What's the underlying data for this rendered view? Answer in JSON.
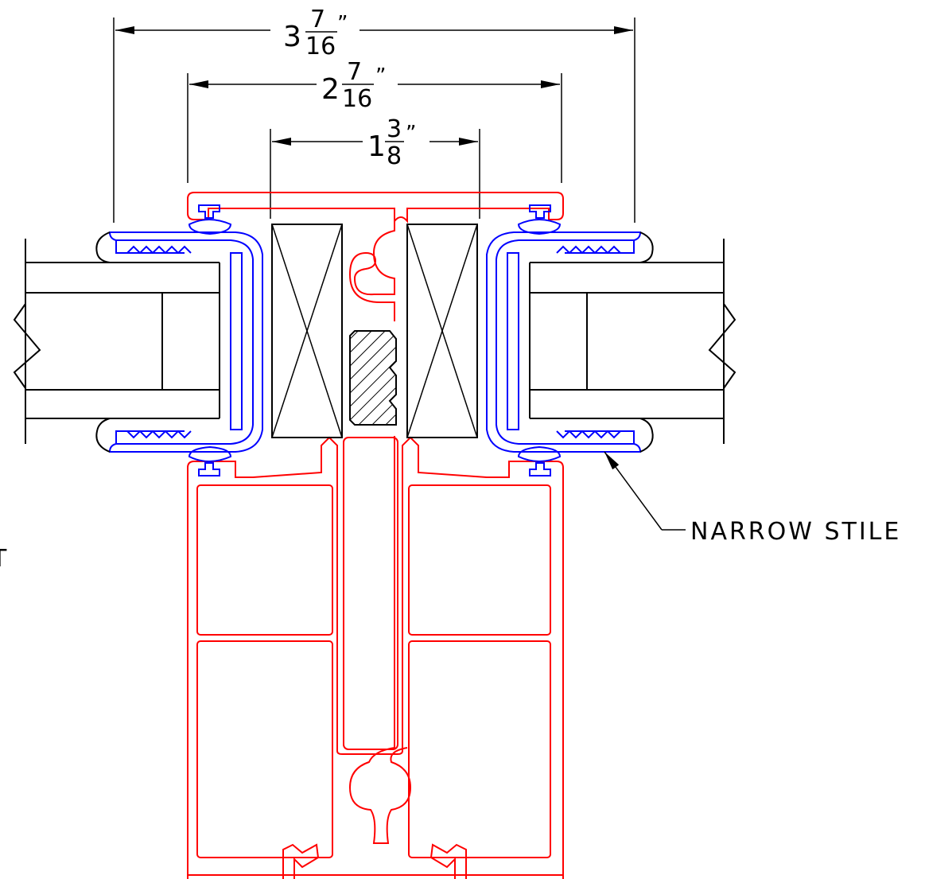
{
  "dimensions": {
    "overall": {
      "whole": "3",
      "num": "7",
      "den": "16",
      "unit": "”"
    },
    "middle": {
      "whole": "2",
      "num": "7",
      "den": "16",
      "unit": "”"
    },
    "inner": {
      "whole": "1",
      "num": "3",
      "den": "8",
      "unit": "”"
    }
  },
  "labels": {
    "narrow_stile": "NARROW STILE",
    "cut_left_edge": "T"
  },
  "colors": {
    "frame": "#ff0000",
    "stile": "#0000ff",
    "outline": "#000000"
  }
}
